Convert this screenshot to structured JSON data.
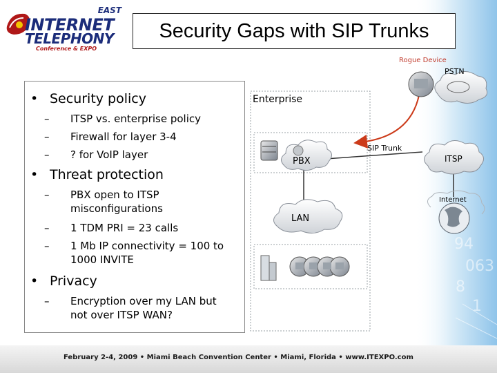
{
  "slide": {
    "title": "Security Gaps with SIP Trunks",
    "logo": {
      "east": "EAST",
      "line1": "INTERNET",
      "line2": "TELEPHONY",
      "line3": "Conference & EXPO"
    },
    "bullets": [
      {
        "label": "Security policy",
        "subs": [
          {
            "lines": [
              "ITSP vs. enterprise policy"
            ]
          },
          {
            "lines": [
              "Firewall for layer 3-4"
            ]
          },
          {
            "lines": [
              "? for VoIP layer"
            ]
          }
        ]
      },
      {
        "label": "Threat protection",
        "subs": [
          {
            "lines": [
              "PBX open to ITSP",
              "misconfigurations"
            ]
          },
          {
            "lines": [
              "1 TDM PRI = 23 calls"
            ]
          },
          {
            "lines": [
              "1 Mb IP connectivity = 100 to",
              "1000 INVITE"
            ]
          }
        ]
      },
      {
        "label": "Privacy",
        "subs": [
          {
            "lines": [
              "Encryption over my LAN but",
              "not over ITSP WAN?"
            ]
          }
        ]
      }
    ],
    "diagram": {
      "enterprise": "Enterprise",
      "pbx": "PBX",
      "lan": "LAN",
      "sip_trunk": "SIP Trunk",
      "itsp": "ITSP",
      "pstn": "PSTN",
      "rogue_device": "Rogue Device",
      "internet": "Internet"
    },
    "footer": "February 2-4, 2009 • Miami Beach Convention Center • Miami, Florida • www.ITEXPO.com",
    "colors": {
      "rogue_arrow": "#cc3b1a",
      "rogue_label": "#c0392b",
      "logo_blue": "#1b2c7a",
      "logo_red": "#b01818"
    }
  }
}
